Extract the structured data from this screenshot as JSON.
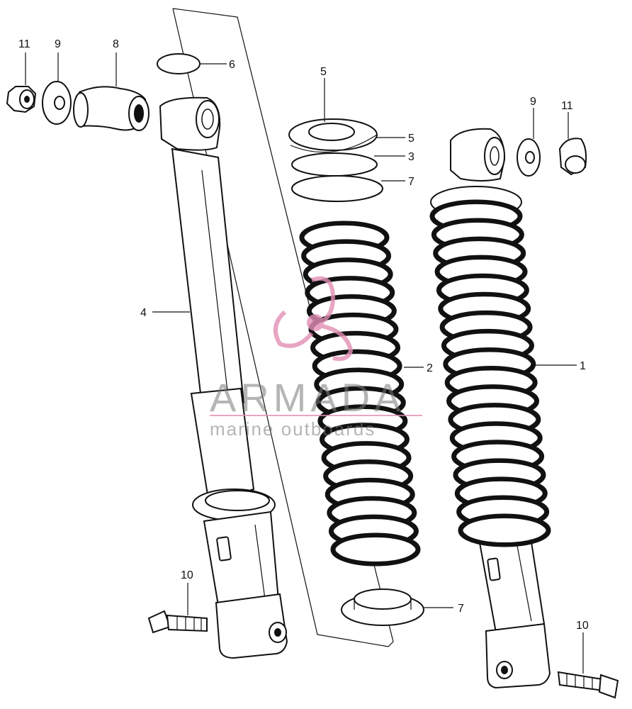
{
  "watermark": {
    "brand": "ARMADA",
    "tagline": "marine outboards",
    "accent_color": "#e38fb5"
  },
  "callouts": {
    "c11_left": "11",
    "c9_left": "9",
    "c8": "8",
    "c6": "6",
    "c5_top": "5",
    "c5_right": "5",
    "c3": "3",
    "c7_top": "7",
    "c4": "4",
    "c2": "2",
    "c1": "1",
    "c9_right": "9",
    "c11_right": "11",
    "c10_left": "10",
    "c7_bottom": "7",
    "c10_right": "10"
  }
}
